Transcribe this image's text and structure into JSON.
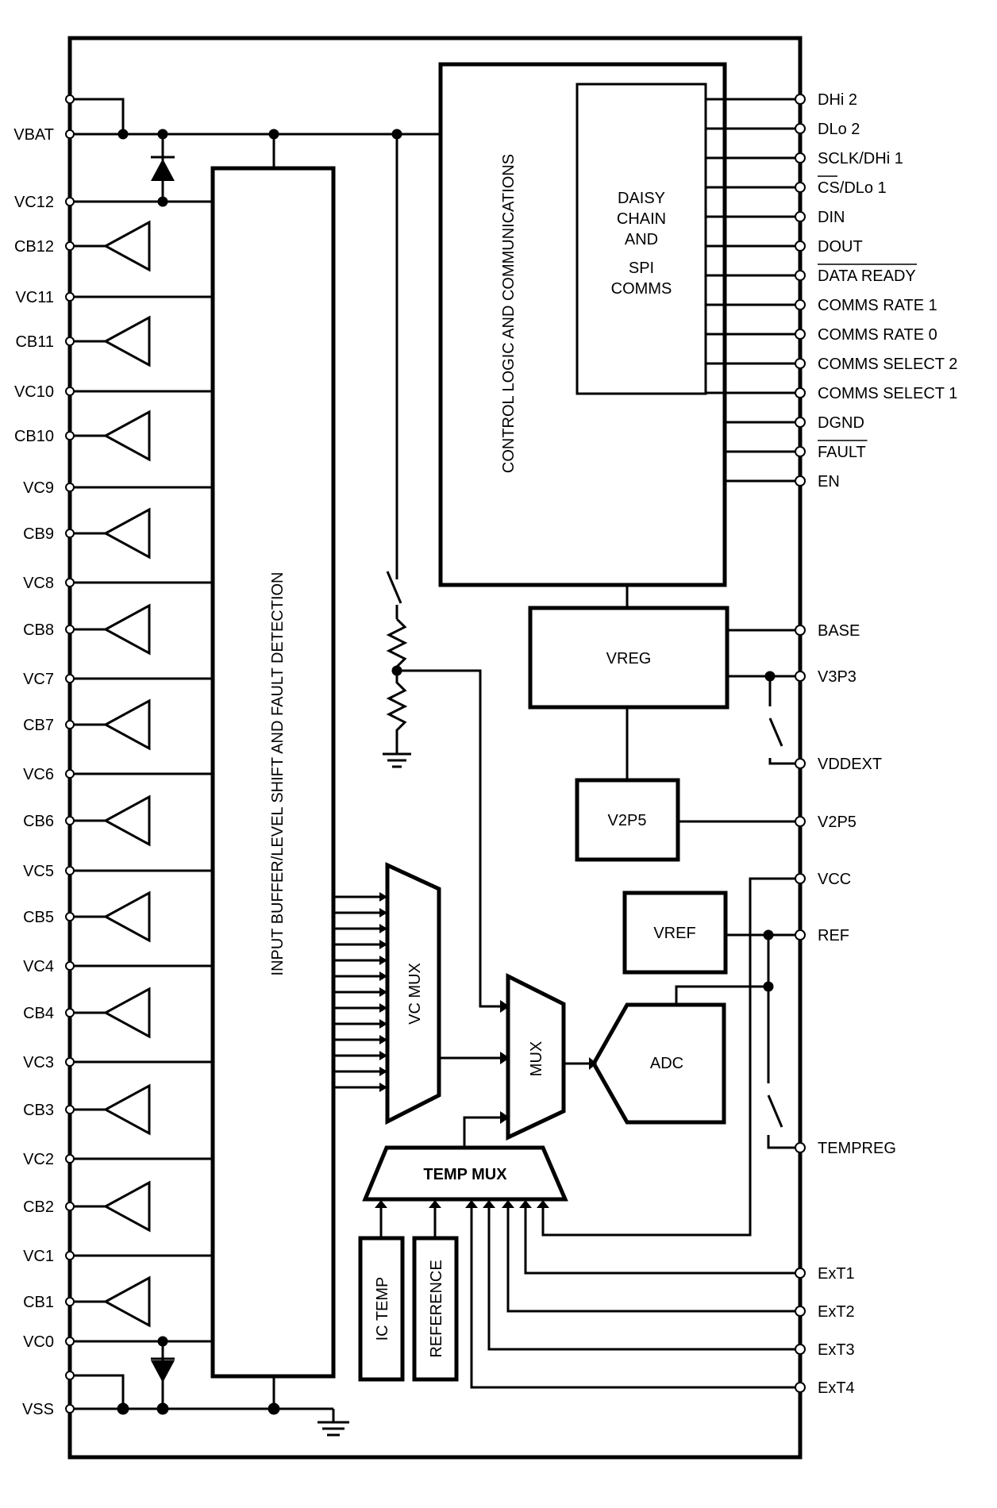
{
  "left_pins": [
    "VBAT",
    "VC12",
    "CB12",
    "VC11",
    "CB11",
    "VC10",
    "CB10",
    "VC9",
    "CB9",
    "VC8",
    "CB8",
    "VC7",
    "CB7",
    "VC6",
    "CB6",
    "VC5",
    "CB5",
    "VC4",
    "CB4",
    "VC3",
    "CB3",
    "VC2",
    "CB2",
    "VC1",
    "CB1",
    "VC0",
    "VSS"
  ],
  "right_pins_comms": [
    "DHi 2",
    "DLo 2",
    "SCLK/DHi 1",
    "CS/DLo 1",
    "DIN",
    "DOUT",
    "DATA READY",
    "COMMS RATE 1",
    "COMMS RATE 0",
    "COMMS SELECT 2",
    "COMMS SELECT 1",
    "DGND",
    "FAULT",
    "EN"
  ],
  "right_pins_power": [
    "BASE",
    "V3P3",
    "VDDEXT",
    "V2P5",
    "VCC",
    "REF",
    "TEMPREG",
    "ExT1",
    "ExT2",
    "ExT3",
    "ExT4"
  ],
  "blocks": {
    "input_buffer": "INPUT BUFFER/LEVEL SHIFT AND FAULT DETECTION",
    "control_logic": "CONTROL LOGIC AND COMMUNICATIONS",
    "daisy_chain": [
      "DAISY",
      "CHAIN",
      "AND",
      "SPI",
      "COMMS"
    ],
    "vreg": "VREG",
    "v2p5": "V2P5",
    "vref": "VREF",
    "vc_mux": "VC MUX",
    "mux": "MUX",
    "adc": "ADC",
    "temp_mux": "TEMP MUX",
    "ic_temp": "IC TEMP",
    "reference": "REFERENCE"
  }
}
